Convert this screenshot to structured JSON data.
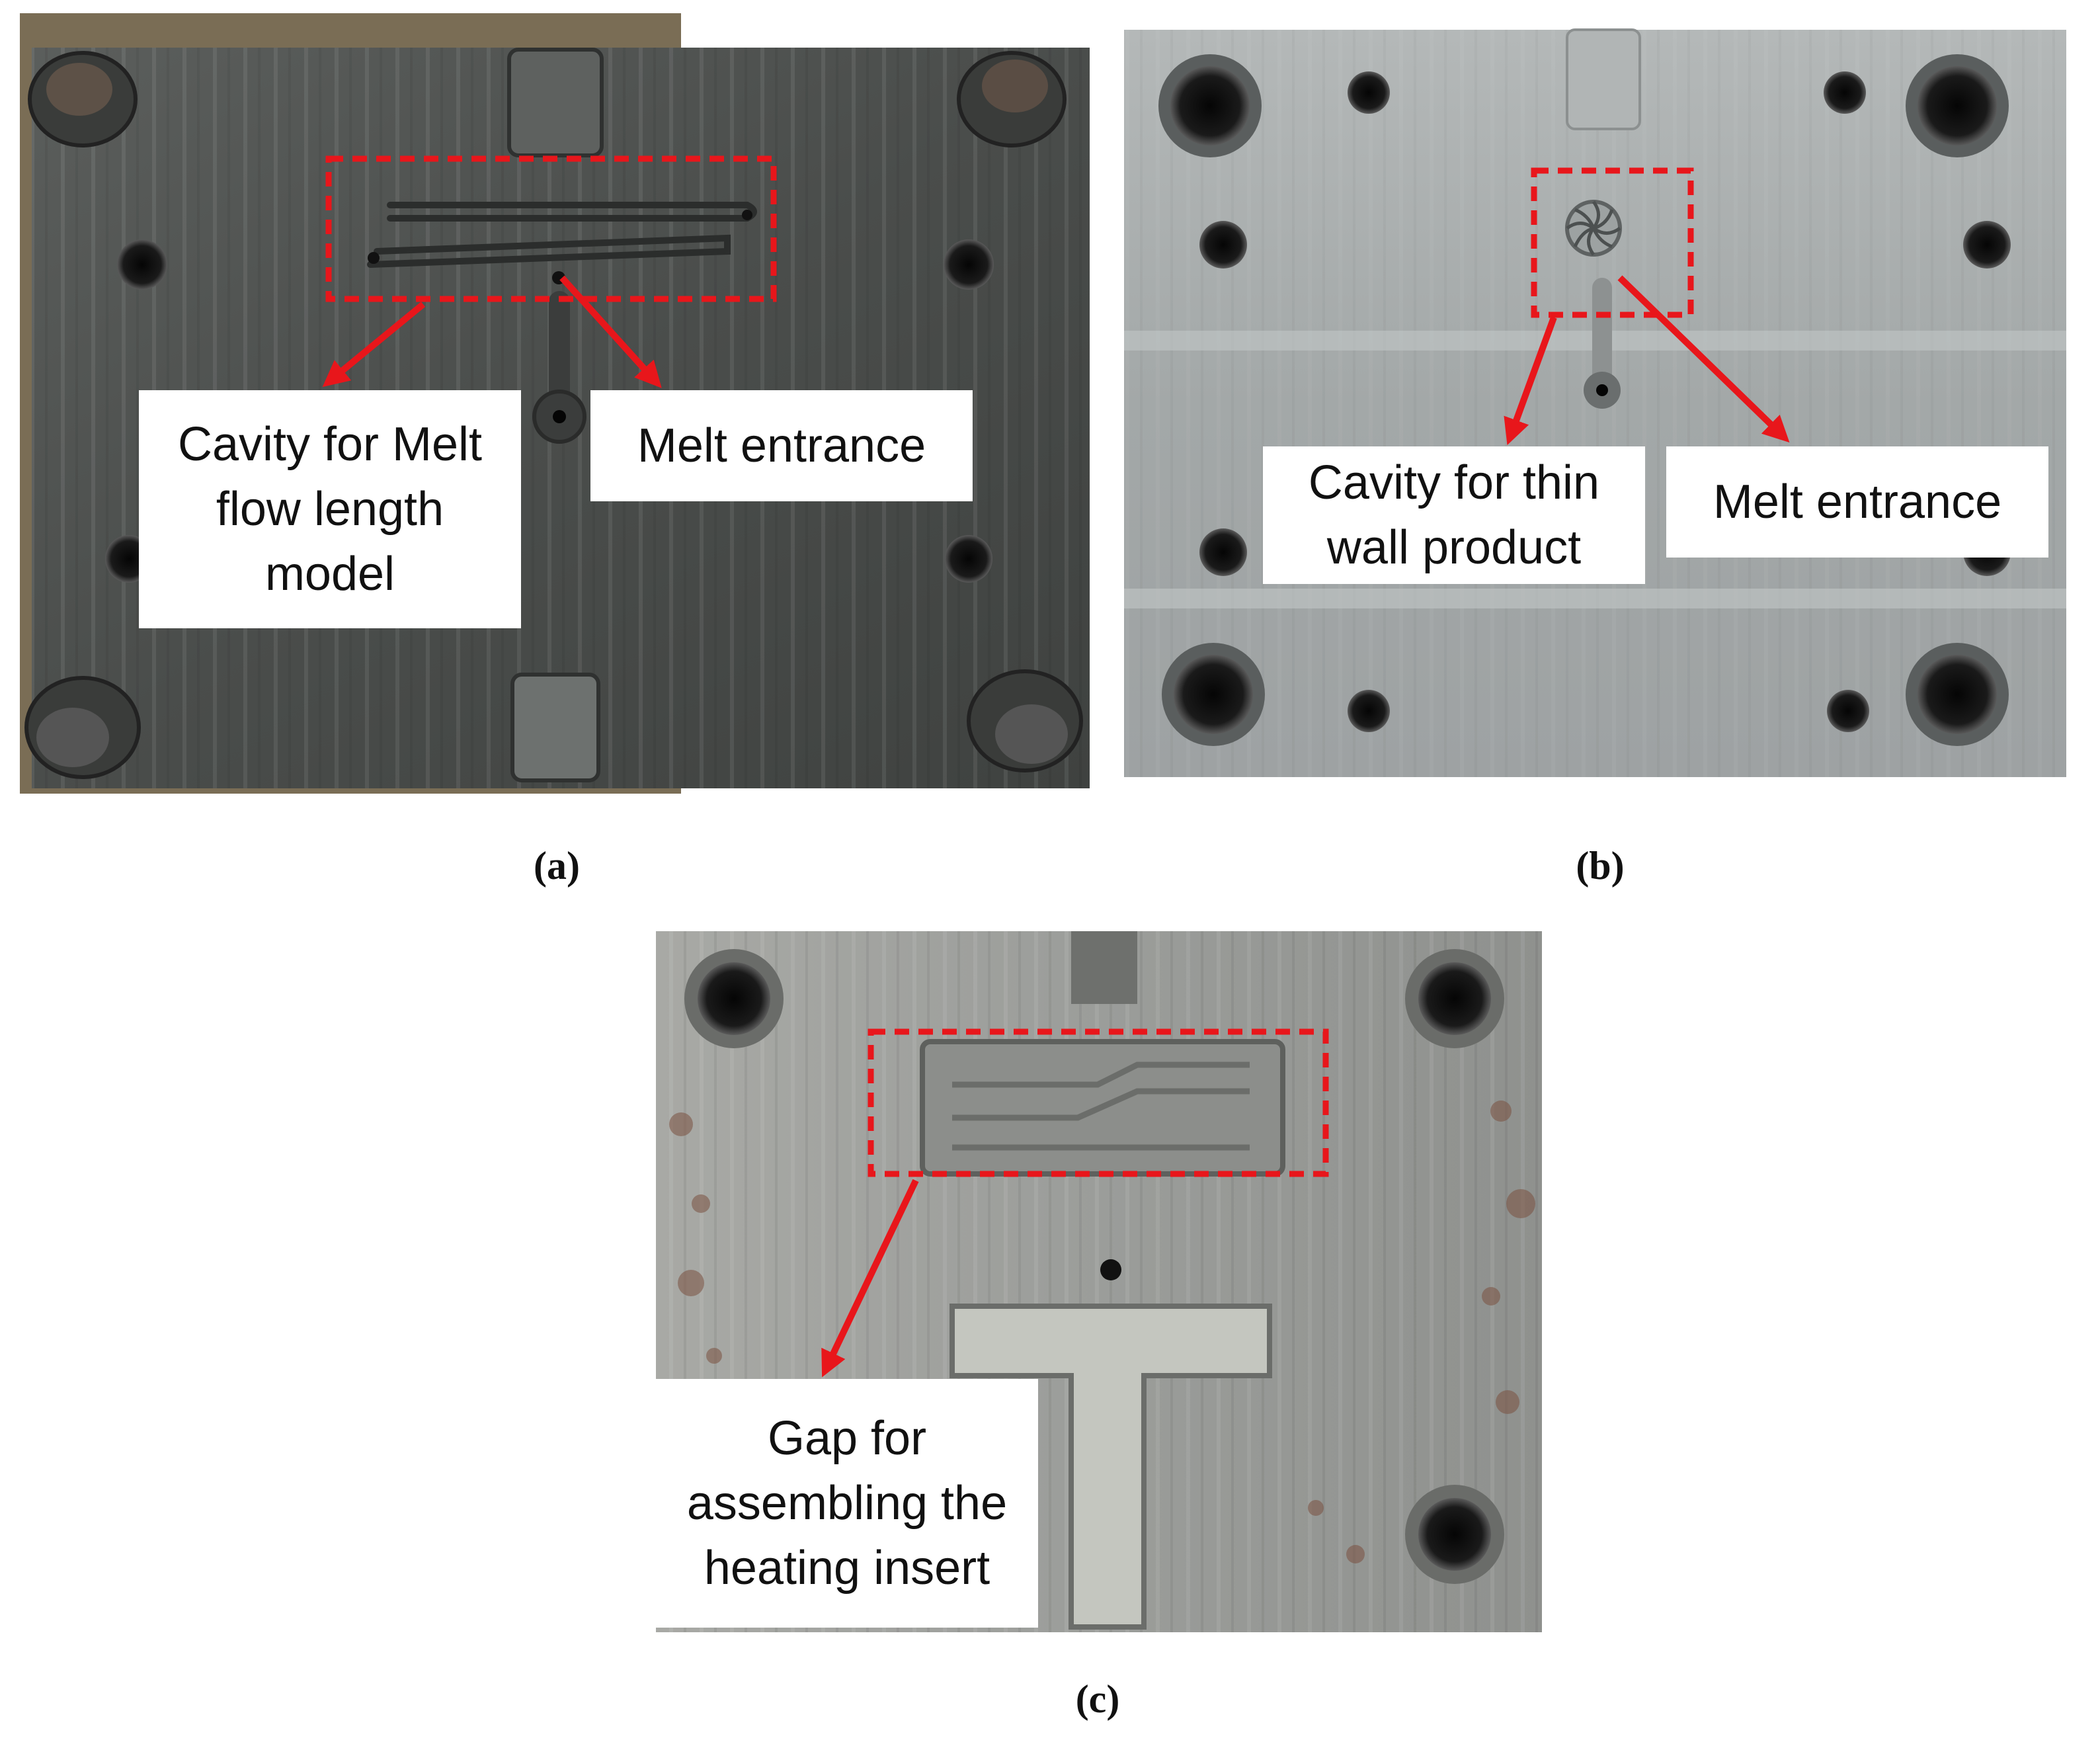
{
  "panels": [
    {
      "id": "a",
      "label": "(a)",
      "callouts": [
        {
          "text": "Cavity for Melt\nflow length\nmodel"
        },
        {
          "text": "Melt entrance"
        }
      ]
    },
    {
      "id": "b",
      "label": "(b)",
      "callouts": [
        {
          "text": "Cavity for thin\nwall product"
        },
        {
          "text": "Melt entrance"
        }
      ]
    },
    {
      "id": "c",
      "label": "(c)",
      "callouts": [
        {
          "text": "Gap for\nassembling the\nheating insert"
        }
      ]
    }
  ],
  "colors": {
    "highlight": "#e8161b",
    "plate_dark": "#4a4d4c",
    "plate_light": "#a7acac",
    "plate_c": "#9a9c9a"
  }
}
